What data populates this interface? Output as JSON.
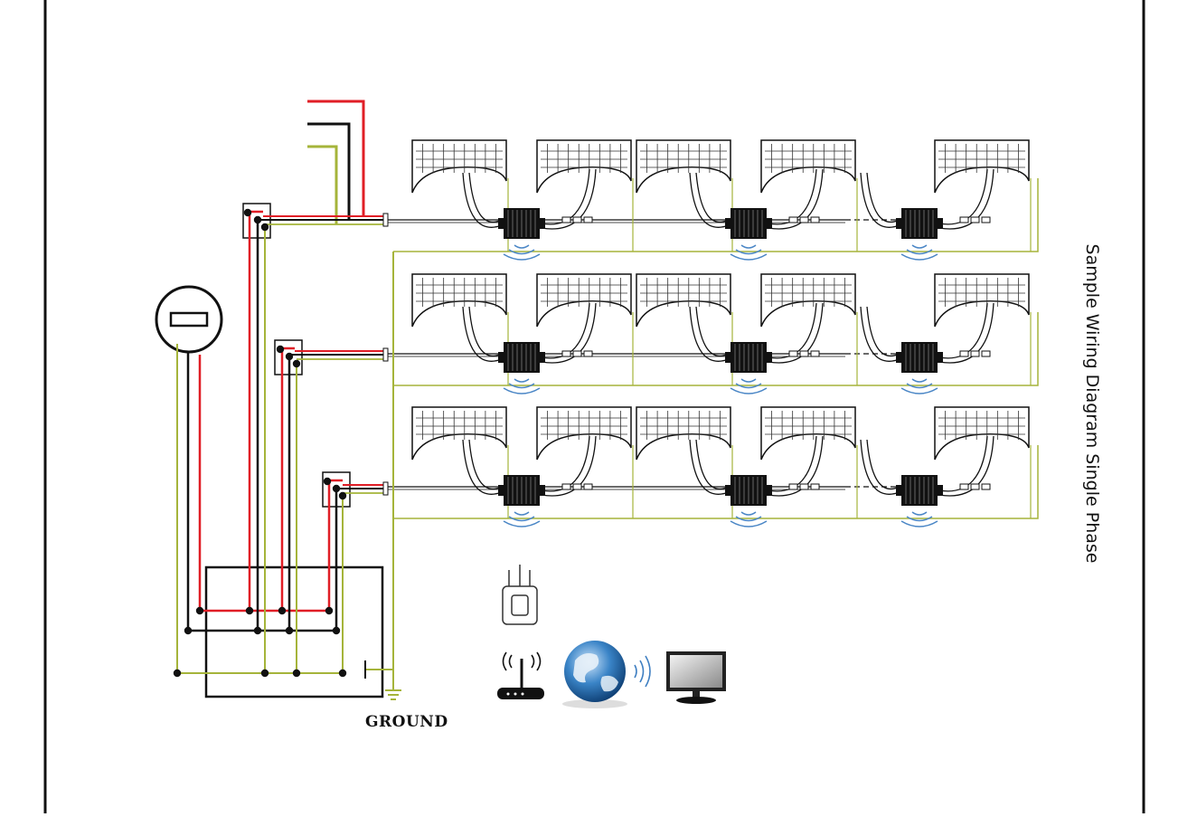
{
  "title": "Sample Wiring Diagram Single Phase",
  "ground_label": "GROUND",
  "colors": {
    "live": "#e01e26",
    "neutral": "#111111",
    "earth": "#a5b43a",
    "signal": "#4a86c6"
  },
  "rows": [
    {
      "panels": 5,
      "inverters": 3
    },
    {
      "panels": 5,
      "inverters": 3
    },
    {
      "panels": 5,
      "inverters": 3
    }
  ],
  "icons": [
    "meter-icon",
    "wifi-extender-icon",
    "router-icon",
    "globe-icon",
    "monitor-icon",
    "ground-symbol-icon"
  ]
}
